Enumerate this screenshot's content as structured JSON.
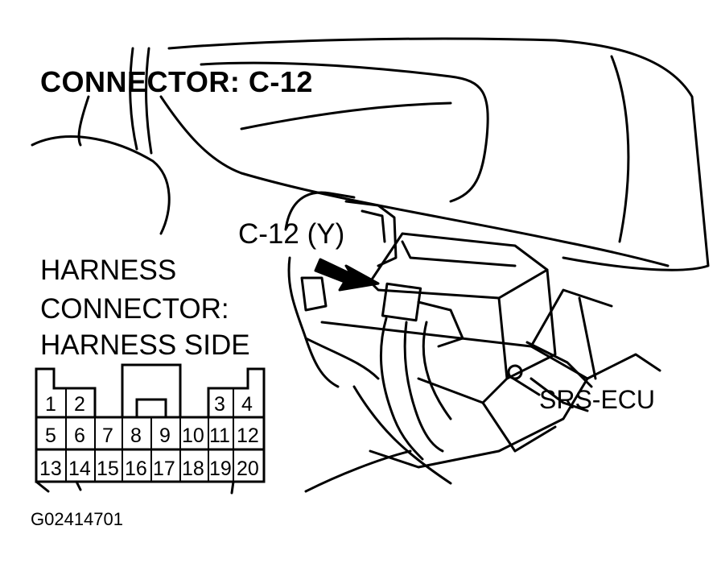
{
  "title": "CONNECTOR: C-12",
  "side_view_label": {
    "line1": "HARNESS",
    "line2": "CONNECTOR:",
    "line3": "HARNESS SIDE"
  },
  "callouts": {
    "connector_id": "C-12 (Y)",
    "component": "SRS-ECU"
  },
  "figure_id": "G02414701",
  "connector_pins": {
    "row1": [
      "1",
      "2",
      "3",
      "4"
    ],
    "row2": [
      "5",
      "6",
      "7",
      "8",
      "9",
      "10",
      "11",
      "12"
    ],
    "row3": [
      "13",
      "14",
      "15",
      "16",
      "17",
      "18",
      "19",
      "20"
    ]
  }
}
